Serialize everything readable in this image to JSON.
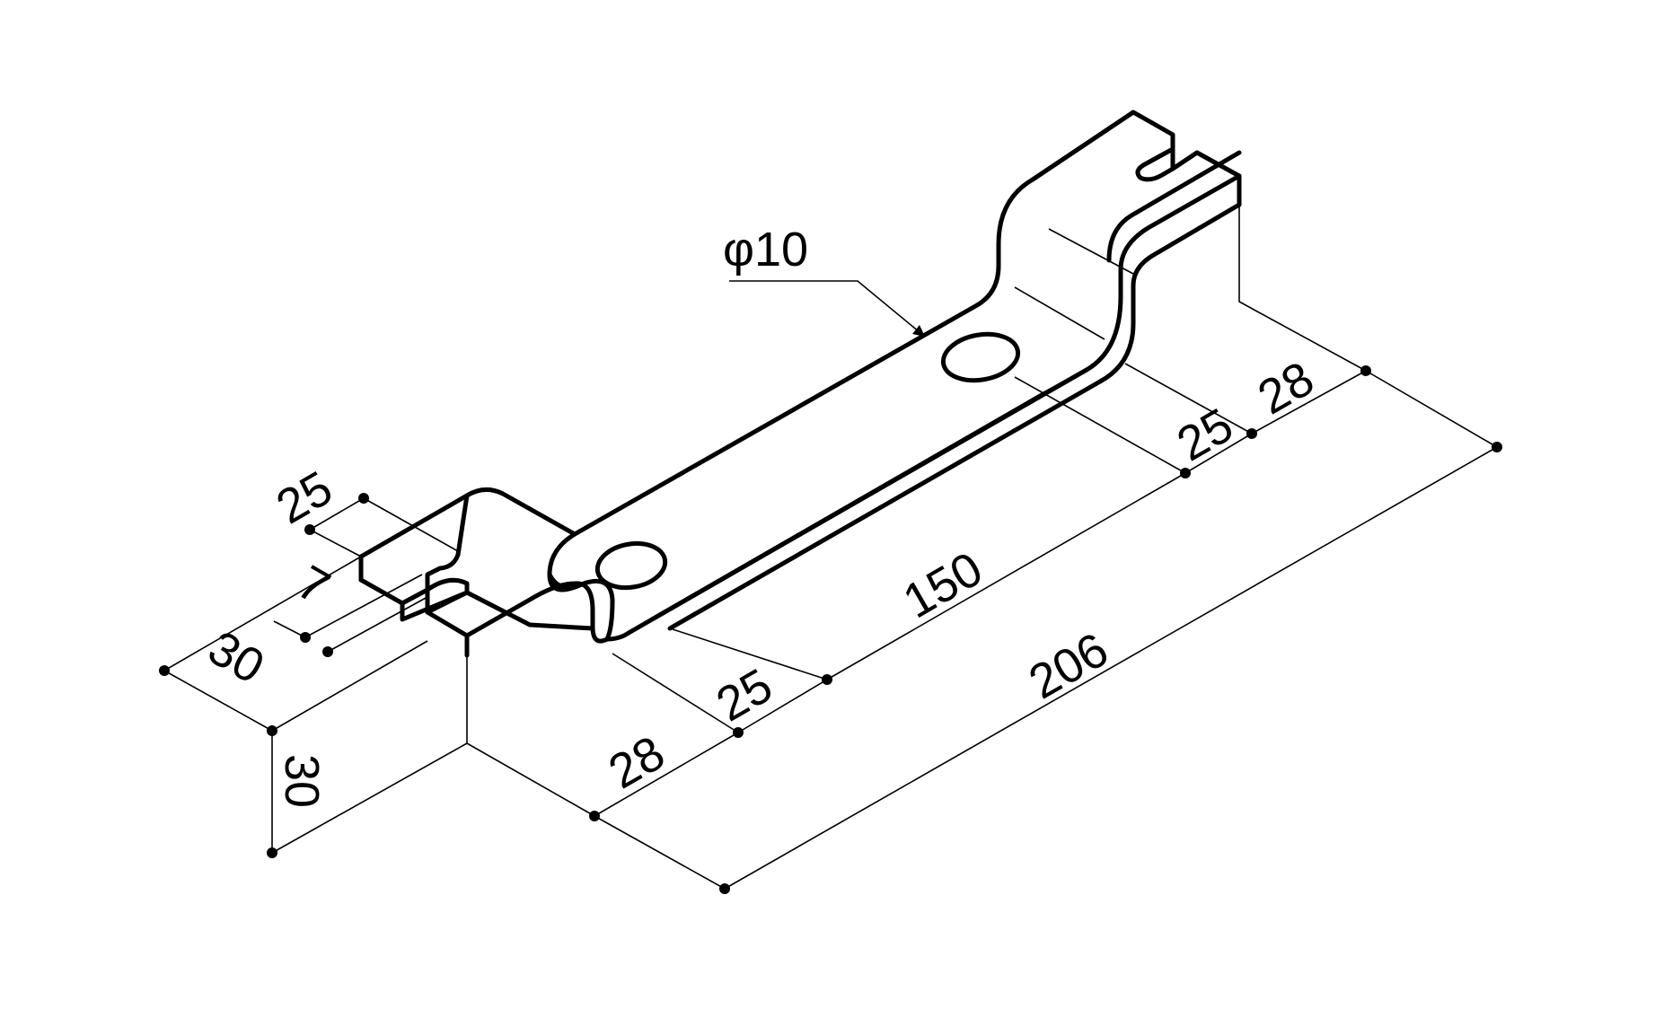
{
  "dimensions": {
    "hole_diameter": "φ10",
    "left_tab_width": "25",
    "slot_width": "7",
    "left_depth": "30",
    "height": "30",
    "front_step": "28",
    "left_hole_offset": "25",
    "center_span": "150",
    "overall_length": "206",
    "right_hole_offset": "25",
    "back_step": "28"
  }
}
